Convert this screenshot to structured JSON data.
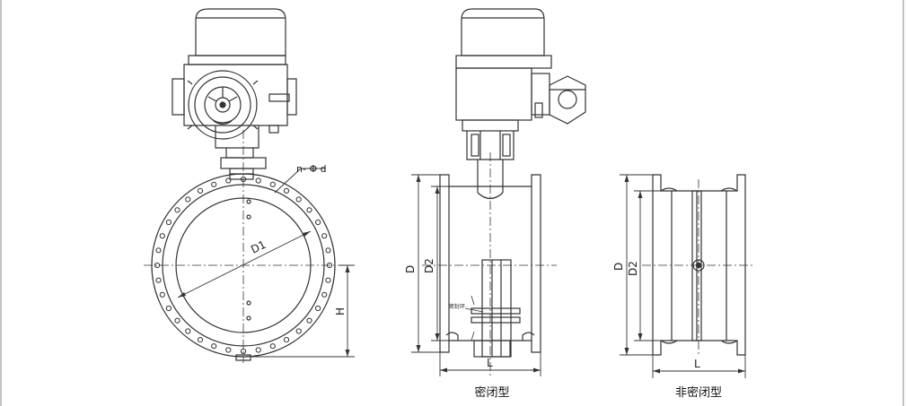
{
  "views": {
    "front": {
      "bolt_label": "n- Φ d",
      "d1_label": "D1",
      "h_label": "H"
    },
    "side_sealed": {
      "d_label": "D",
      "d2_label": "D2",
      "l_label": "L",
      "part_note": "密封环",
      "caption": "密闭型"
    },
    "side_unsealed": {
      "d_label": "D",
      "d2_label": "D2",
      "l_label": "L",
      "caption": "非密闭型"
    }
  },
  "colors": {
    "line": "#333333",
    "paper": "#ffffff"
  }
}
